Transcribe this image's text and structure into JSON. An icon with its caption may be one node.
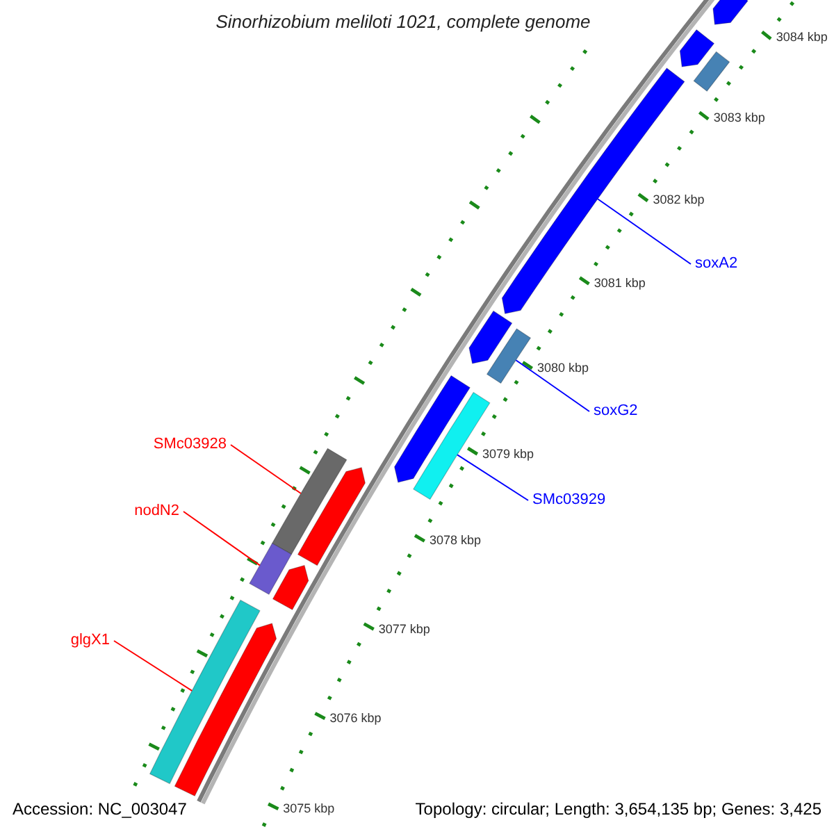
{
  "diagram": {
    "title": "Sinorhizobium meliloti 1021, complete genome",
    "nodes": [
      {
        "text": [
          "SMc03928"
        ]
      },
      {
        "text": [
          "nodN2"
        ]
      },
      {
        "text": [
          "glgX1"
        ]
      },
      {
        "text": [
          "soxA2"
        ]
      },
      {
        "text": [
          "soxG2"
        ]
      },
      {
        "text": [
          "SMc03929"
        ]
      },
      {
        "text": [],
        "shape": "pentagon"
      },
      {
        "text": [],
        "shape": "pentagon"
      },
      {
        "text": [],
        "shape": "bar"
      },
      {
        "text": [],
        "shape": "pentagon"
      },
      {
        "text": [],
        "shape": "pentagon"
      },
      {
        "text": [],
        "shape": "bar"
      },
      {
        "text": [],
        "shape": "pentagon"
      },
      {
        "text": [],
        "shape": "bar"
      },
      {
        "text": [],
        "shape": "bar"
      },
      {
        "text": [],
        "shape": "pentagon"
      },
      {
        "text": [],
        "shape": "bar"
      },
      {
        "text": [],
        "shape": "pentagon"
      },
      {
        "text": [],
        "shape": "bar"
      },
      {
        "text": [],
        "shape": "pentagon"
      }
    ],
    "edges": [
      {
        "from": 0,
        "to": 14,
        "arrow": "none",
        "color": "#ff0000"
      },
      {
        "from": 1,
        "to": 16,
        "arrow": "none",
        "color": "#ff0000"
      },
      {
        "from": 2,
        "to": 18,
        "arrow": "none",
        "color": "#ff0000"
      },
      {
        "from": 3,
        "to": 9,
        "arrow": "none",
        "color": "#0000ff"
      },
      {
        "from": 4,
        "to": 11,
        "arrow": "none",
        "color": "#0000ff"
      },
      {
        "from": 5,
        "to": 13,
        "arrow": "none",
        "color": "#0000ff"
      }
    ],
    "labels": [
      "3084 kbp",
      "3083 kbp",
      "3082 kbp",
      "3081 kbp",
      "3080 kbp",
      "3079 kbp",
      "3078 kbp",
      "3077 kbp",
      "3076 kbp",
      "3075 kbp",
      "Accession: NC_003047",
      "Topology: circular; Length: 3,654,135 bp; Genes: 3,425"
    ]
  }
}
